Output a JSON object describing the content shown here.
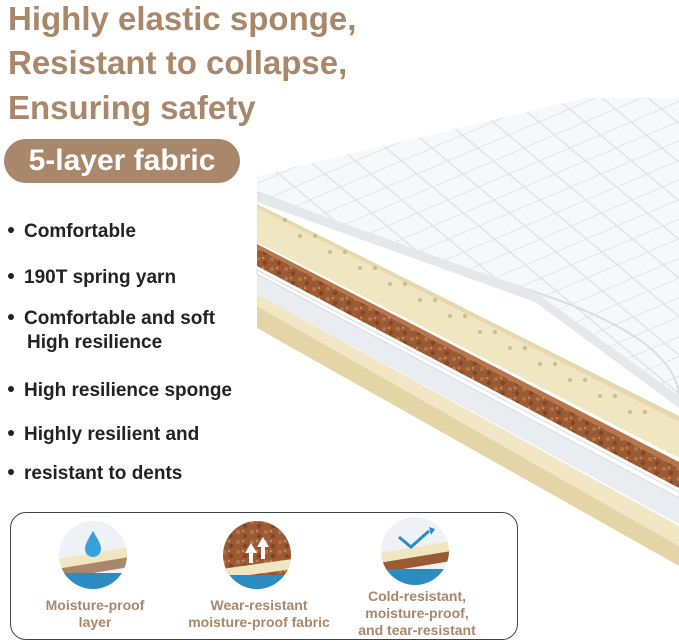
{
  "headlines": [
    "Highly elastic sponge,",
    "Resistant to collapse,",
    "Ensuring safety"
  ],
  "badge_title": "5-layer fabric",
  "features": [
    "Comfortable",
    "190T spring yarn",
    "Comfortable and soft",
    "High resilience",
    "High resilience sponge",
    "Highly resilient and",
    "resistant to dents"
  ],
  "icons": [
    {
      "name": "water-drop-icon",
      "label_line1": "Moisture-proof",
      "label_line2": "layer"
    },
    {
      "name": "up-arrows-icon",
      "label_line1": "Wear-resistant",
      "label_line2": "moisture-proof fabric"
    },
    {
      "name": "checkmark-arrow-icon",
      "label_line1": "Cold-resistant,",
      "label_line2": "moisture-proof,",
      "label_line3": "and tear-resistant"
    }
  ],
  "colors": {
    "accent": "#a8876a",
    "foam": "#eee3bd",
    "brown_layer": "#9a5a34",
    "blue_base": "#2a8cc0",
    "text_dark": "#222222"
  }
}
